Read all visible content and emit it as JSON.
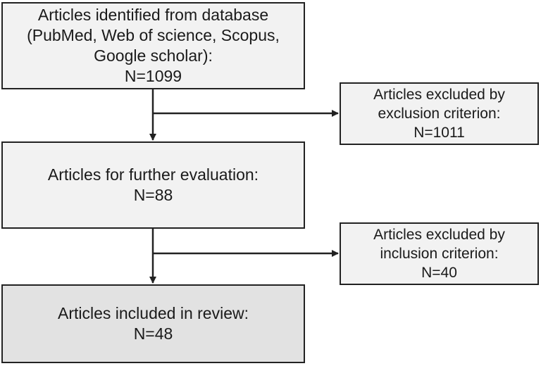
{
  "flowchart": {
    "identified": {
      "lines": [
        "Articles identified from database",
        "(PubMed, Web of science, Scopus,",
        "Google scholar):",
        "N=1099"
      ]
    },
    "excluded_exclusion": {
      "lines": [
        "Articles excluded by",
        "exclusion criterion:",
        "N=1011"
      ]
    },
    "evaluation": {
      "lines": [
        "Articles for further evaluation:",
        "N=88"
      ]
    },
    "excluded_inclusion": {
      "lines": [
        "Articles excluded by",
        "inclusion criterion:",
        "N=40"
      ]
    },
    "included": {
      "lines": [
        "Articles included in review:",
        "N=48"
      ]
    }
  },
  "colors": {
    "box_fill": "#f2f2f2",
    "final_box_fill": "#e2e2e2",
    "stroke": "#222222"
  }
}
